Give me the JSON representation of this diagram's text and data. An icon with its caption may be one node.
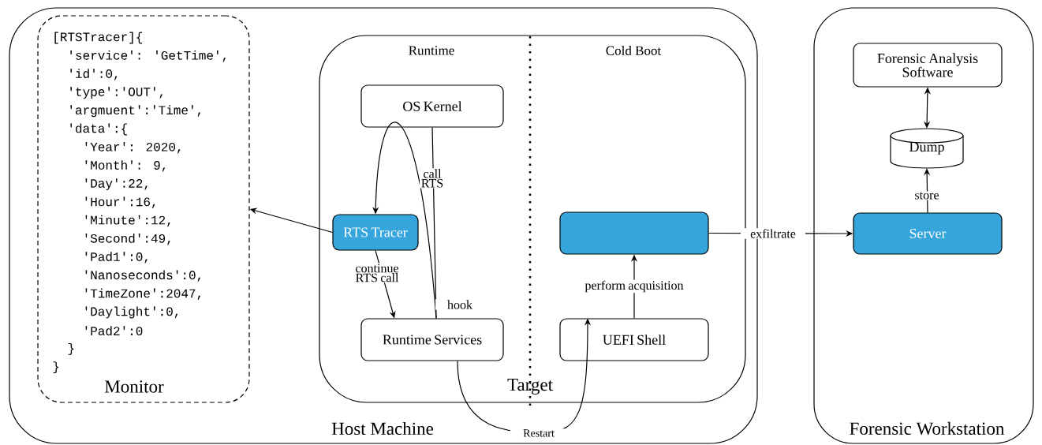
{
  "diagram": {
    "nodes": [
      {
        "text": [
          "Host Machine"
        ]
      },
      {
        "text": [
          "[RTSTracer]{",
          "'service': 'GetTime',",
          "'id':0,",
          "'type':'OUT',",
          "'argmuent':'Time',",
          "'data':{",
          "'Year': 2020,",
          "'Month': 9,",
          "'Day':22,",
          "'Hour':16,",
          "'Minute':12,",
          "'Second':49,",
          "'Pad1':0,",
          "'Nanoseconds':0,",
          "'TimeZone':2047,",
          "'Daylight':0,",
          "'Pad2':0",
          "}",
          "}",
          "Monitor"
        ],
        "in": 0
      },
      {
        "text": [
          "Runtime",
          "Cold Boot",
          "Target"
        ],
        "in": 0
      },
      {
        "text": [
          "OS Kernel"
        ],
        "in": 2
      },
      {
        "text": [
          "RTS Tracer"
        ],
        "in": 2
      },
      {
        "text": [
          "Runtime Services"
        ],
        "in": 2
      },
      {
        "text": [],
        "shape": "box",
        "in": 2
      },
      {
        "text": [
          "UEFI Shell"
        ],
        "in": 2
      },
      {
        "text": [
          "Forensic Workstation"
        ]
      },
      {
        "text": [
          "Forensic Analysis Software"
        ],
        "in": 8
      },
      {
        "text": [
          "Dump"
        ],
        "in": 8
      },
      {
        "text": [
          "Server"
        ],
        "in": 8
      }
    ],
    "edges": [
      {
        "from": 4,
        "to": 1,
        "arrow": "to"
      },
      {
        "from": 3,
        "to": 5,
        "arrow": "none",
        "label": "call RTS"
      },
      {
        "from": 5,
        "to": 4,
        "arrow": "to",
        "label": "hook"
      },
      {
        "from": 4,
        "to": 5,
        "arrow": "to",
        "label": "continue RTS call"
      },
      {
        "from": 5,
        "to": 7,
        "arrow": "to",
        "label": "Restart"
      },
      {
        "from": 7,
        "to": 6,
        "arrow": "to",
        "label": "perform acquisition"
      },
      {
        "from": 6,
        "to": 11,
        "arrow": "to",
        "label": "exfiltrate"
      },
      {
        "from": 11,
        "to": 10,
        "arrow": "to",
        "label": "store"
      },
      {
        "from": 10,
        "to": 9,
        "arrow": "both"
      }
    ]
  }
}
